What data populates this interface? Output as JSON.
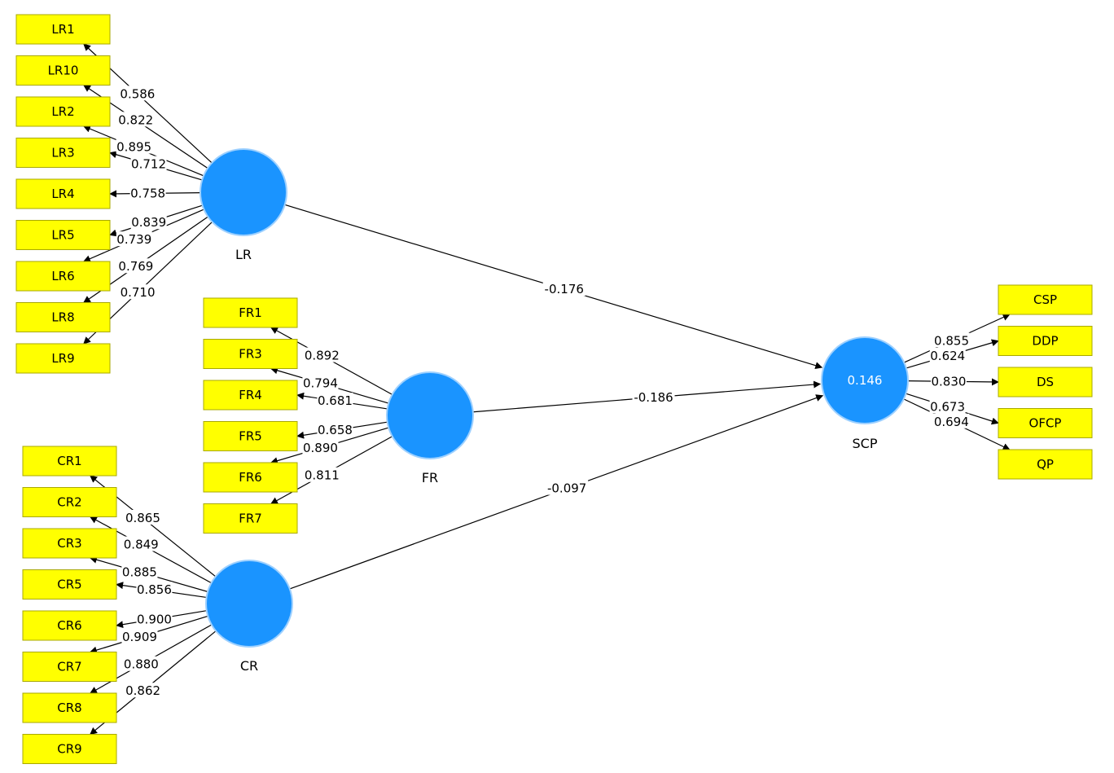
{
  "constructs": {
    "LR": {
      "label": "LR",
      "r2": ""
    },
    "FR": {
      "label": "FR",
      "r2": ""
    },
    "CR": {
      "label": "CR",
      "r2": ""
    },
    "SCP": {
      "label": "SCP",
      "r2": "0.146"
    }
  },
  "indicators": {
    "LR": [
      {
        "label": "LR1",
        "loading": "0.586"
      },
      {
        "label": "LR10",
        "loading": "0.822"
      },
      {
        "label": "LR2",
        "loading": "0.895"
      },
      {
        "label": "LR3",
        "loading": "0.712"
      },
      {
        "label": "LR4",
        "loading": "0.758"
      },
      {
        "label": "LR5",
        "loading": "0.839"
      },
      {
        "label": "LR6",
        "loading": "0.739"
      },
      {
        "label": "LR8",
        "loading": "0.769"
      },
      {
        "label": "LR9",
        "loading": "0.710"
      }
    ],
    "FR": [
      {
        "label": "FR1",
        "loading": "0.892"
      },
      {
        "label": "FR3",
        "loading": "0.794"
      },
      {
        "label": "FR4",
        "loading": "0.681"
      },
      {
        "label": "FR5",
        "loading": "0.658"
      },
      {
        "label": "FR6",
        "loading": "0.890"
      },
      {
        "label": "FR7",
        "loading": "0.811"
      }
    ],
    "CR": [
      {
        "label": "CR1",
        "loading": "0.865"
      },
      {
        "label": "CR2",
        "loading": "0.849"
      },
      {
        "label": "CR3",
        "loading": "0.885"
      },
      {
        "label": "CR5",
        "loading": "0.856"
      },
      {
        "label": "CR6",
        "loading": "0.900"
      },
      {
        "label": "CR7",
        "loading": "0.909"
      },
      {
        "label": "CR8",
        "loading": "0.880"
      },
      {
        "label": "CR9",
        "loading": "0.862"
      }
    ],
    "SCP": [
      {
        "label": "CSP",
        "loading": "0.855"
      },
      {
        "label": "DDP",
        "loading": "0.624"
      },
      {
        "label": "DS",
        "loading": "0.830"
      },
      {
        "label": "OFCP",
        "loading": "0.673"
      },
      {
        "label": "QP",
        "loading": "0.694"
      }
    ]
  },
  "paths": [
    {
      "from": "LR",
      "to": "SCP",
      "coef": "-0.176"
    },
    {
      "from": "FR",
      "to": "SCP",
      "coef": "-0.186"
    },
    {
      "from": "CR",
      "to": "SCP",
      "coef": "-0.097"
    }
  ],
  "colors": {
    "indicator_fill": "#ffff00",
    "construct_fill": "#1a94ff"
  }
}
